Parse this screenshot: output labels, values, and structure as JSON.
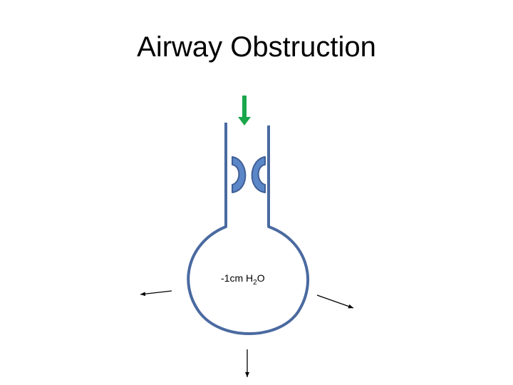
{
  "title": "Airway Obstruction",
  "pressure": {
    "value": "-1cm",
    "unit_base": "H",
    "unit_sub": "2",
    "unit_end": "O"
  },
  "colors": {
    "airway": "#4a6aa0",
    "obstruction_fill": "#5b87c8",
    "obstruction_stroke": "#3f5f96",
    "inflow_arrow": "#1aa64a",
    "force_arrow": "#000000"
  },
  "icons": {
    "inflow": "arrow-down-icon",
    "forces": "arrow-icon"
  }
}
